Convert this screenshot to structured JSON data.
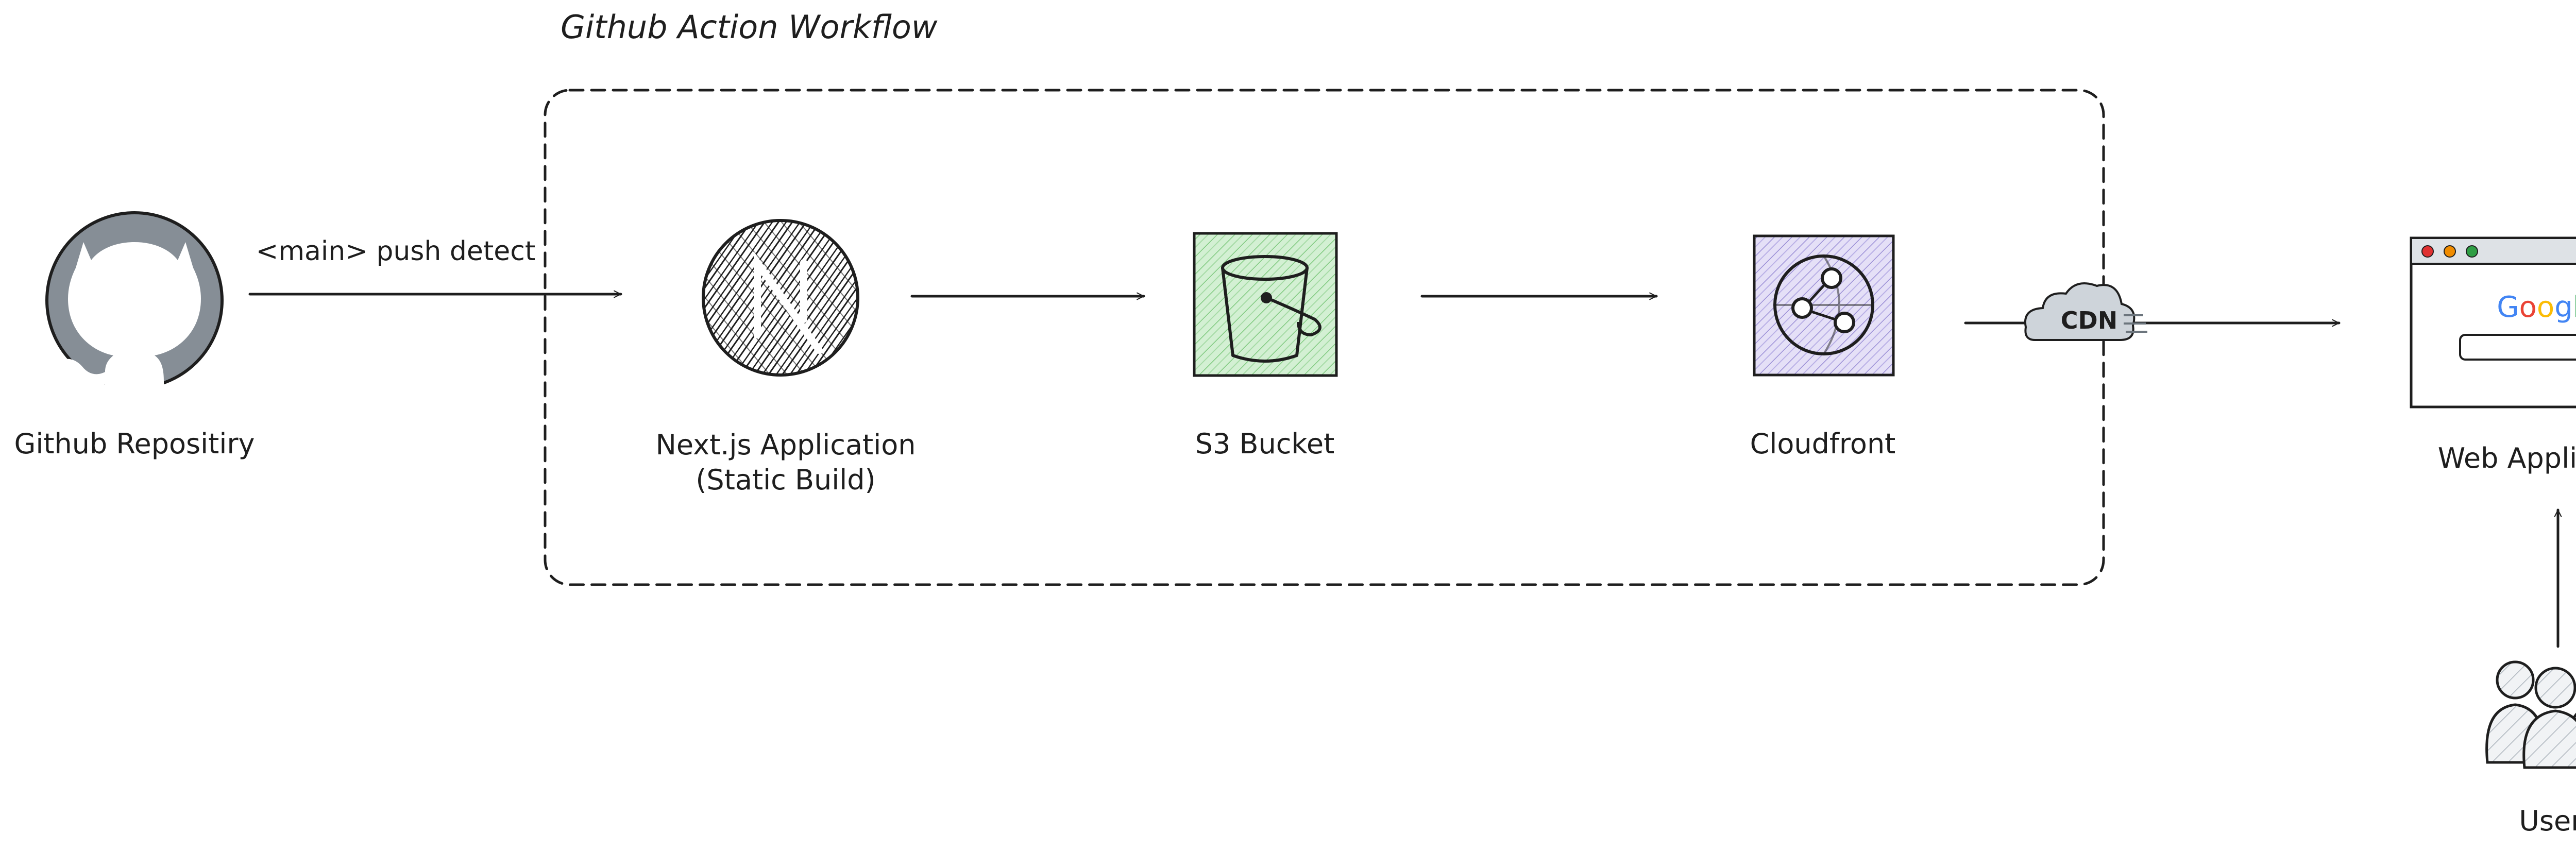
{
  "workflow": {
    "title": "Github Action Workflow"
  },
  "nodes": {
    "github": {
      "label": "Github Repositiry",
      "icon": "github-octocat-icon"
    },
    "nextjs": {
      "label_line1": "Next.js Application",
      "label_line2": "(Static Build)",
      "icon": "nextjs-logo-icon"
    },
    "s3": {
      "label": "S3 Bucket",
      "icon": "s3-bucket-icon",
      "fill_color": "#d3f0d3"
    },
    "cloudfront": {
      "label": "Cloudfront",
      "icon": "cloudfront-icon",
      "fill_color": "#dcd6f5"
    },
    "webapp": {
      "label": "Web Application",
      "icon": "browser-window-icon",
      "search_brand": "Google"
    },
    "users": {
      "label": "Users",
      "icon": "users-group-icon"
    }
  },
  "edges": {
    "github_to_nextjs": {
      "label": "<main> push detect"
    },
    "cloudfront_to_webapp": {
      "label": "CDN"
    }
  },
  "colors": {
    "stroke": "#1e1e1e",
    "github_fill": "#868e96",
    "cloud_fill": "#ced4da",
    "browser_bar": "#dee2e6",
    "dot_red": "#e03131",
    "dot_yellow": "#f08c00",
    "dot_green": "#2f9e44",
    "google_blue": "#4285f4",
    "google_red": "#ea4335",
    "google_yellow": "#fbbc05",
    "google_green": "#34a853"
  }
}
